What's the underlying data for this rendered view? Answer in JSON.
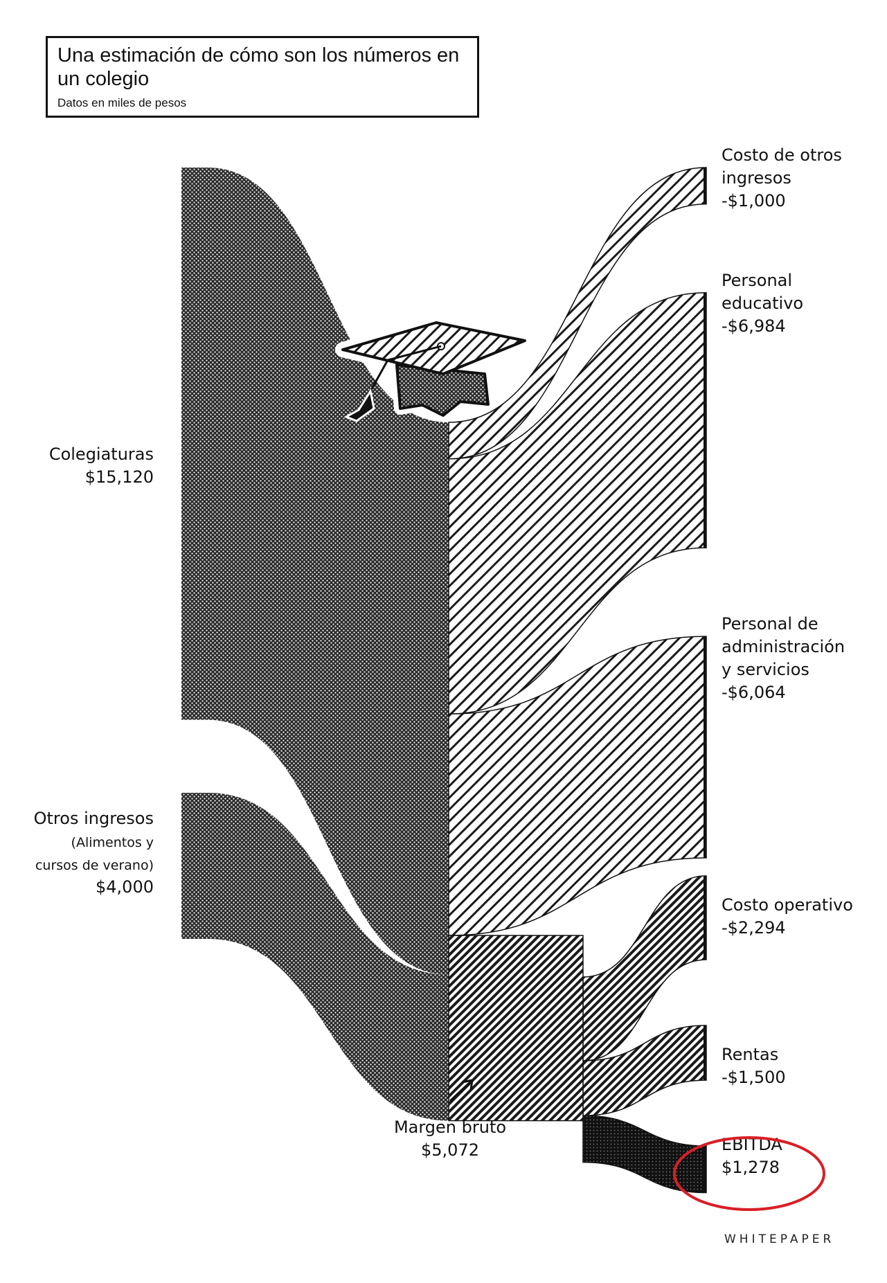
{
  "header": {
    "title": "Una estimación de cómo son los números en un colegio",
    "subtitle": "Datos en miles de pesos"
  },
  "brand": "WHITEPAPER",
  "colors": {
    "ink": "#111111",
    "highlight": "#d81f26",
    "paper": "#ffffff"
  },
  "icon": "graduation-cap-icon",
  "chart_data": {
    "type": "sankey",
    "title": "Una estimación de cómo son los números en un colegio",
    "subtitle": "Datos en miles de pesos",
    "sources": [
      {
        "id": "colegiaturas",
        "lines": [
          "Colegiaturas",
          "$15,120"
        ],
        "value": 15120
      },
      {
        "id": "otros",
        "lines": [
          "Otros ingresos",
          "(Alimentos y",
          "cursos de verano)",
          "$4,000"
        ],
        "value": 4000
      }
    ],
    "middle": {
      "id": "margen",
      "lines": [
        "Margen bruto",
        "$5,072"
      ],
      "value": 5072
    },
    "costs_direct": [
      {
        "id": "costo-otros",
        "lines": [
          "Costo de otros",
          "ingresos",
          "-$1,000"
        ],
        "value": -1000
      },
      {
        "id": "personal-educativo",
        "lines": [
          "Personal",
          "educativo",
          "-$6,984"
        ],
        "value": -6984
      },
      {
        "id": "personal-admin",
        "lines": [
          "Personal de",
          "administración",
          "y servicios",
          "-$6,064"
        ],
        "value": -6064
      }
    ],
    "costs_operating": [
      {
        "id": "costo-operativo",
        "lines": [
          "Costo operativo",
          "-$2,294"
        ],
        "value": -2294
      },
      {
        "id": "rentas",
        "lines": [
          "Rentas",
          "-$1,500"
        ],
        "value": -1500
      }
    ],
    "result": {
      "id": "ebitda",
      "lines": [
        "EBITDA",
        "$1,278"
      ],
      "value": 1278,
      "highlighted": true
    }
  }
}
